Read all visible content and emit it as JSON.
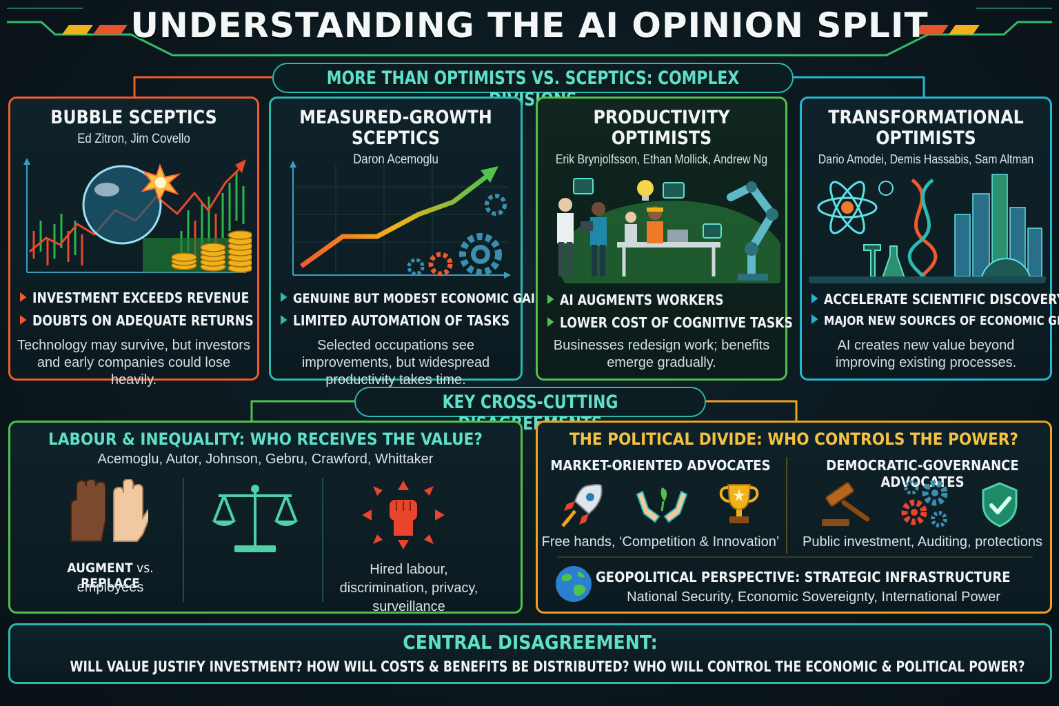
{
  "title": "UNDERSTANDING THE AI OPINION SPLIT",
  "subtitle": "MORE THAN OPTIMISTS VS. SCEPTICS: COMPLEX DIVISIONS",
  "colors": {
    "orange": "#ef5a2f",
    "teal": "#2bb9b0",
    "green": "#52c24a",
    "cyan": "#25b7d0",
    "amber": "#f0a41c"
  },
  "groups": [
    {
      "title": "BUBBLE SCEPTICS",
      "names": "Ed Zitron, Jim Covello",
      "bullets": [
        "INVESTMENT EXCEEDS REVENUE",
        "DOUBTS ON ADEQUATE RETURNS"
      ],
      "description": "Technology may survive, but investors and early companies could lose heavily.",
      "icon": "bubble-chart-icon"
    },
    {
      "title_line1": "MEASURED-GROWTH",
      "title_line2": "SCEPTICS",
      "names": "Daron Acemoglu",
      "bullets": [
        "GENUINE BUT MODEST ECONOMIC GAINS",
        "LIMITED AUTOMATION OF TASKS"
      ],
      "description": "Selected occupations see improvements, but widespread productivity takes time.",
      "icon": "growth-gears-icon"
    },
    {
      "title_line1": "PRODUCTIVITY",
      "title_line2": "OPTIMISTS",
      "names": "Erik Brynjolfsson, Ethan Mollick, Andrew Ng",
      "bullets": [
        "AI AUGMENTS WORKERS",
        "LOWER COST OF COGNITIVE TASKS"
      ],
      "description": "Businesses redesign work; benefits emerge gradually.",
      "icon": "workers-robot-icon"
    },
    {
      "title_line1": "TRANSFORMATIONAL",
      "title_line2": "OPTIMISTS",
      "names": "Dario Amodei, Demis Hassabis, Sam Altman",
      "bullets": [
        "ACCELERATE SCIENTIFIC DISCOVERY",
        "MAJOR NEW SOURCES OF ECONOMIC GROWTH"
      ],
      "description": "AI creates new value beyond improving existing processes.",
      "icon": "science-city-icon"
    }
  ],
  "cross_cutting": "KEY CROSS-CUTTING DISAGREEMENTS",
  "labour": {
    "heading": "LABOUR & INEQUALITY: WHO RECEIVES THE VALUE?",
    "names": "Acemoglu, Autor, Johnson, Gebru, Crawford, Whittaker",
    "augment_bold": "AUGMENT",
    "augment_vs": " vs. ",
    "augment_replace": "REPLACE",
    "augment_sub": "employees",
    "rights_text": "Hired labour, discrimination, privacy, surveillance"
  },
  "political": {
    "heading": "THE POLITICAL DIVIDE: WHO CONTROLS THE POWER?",
    "market_head": "MARKET-ORIENTED ADVOCATES",
    "market_text": "Free hands, ‘Competition & Innovation’",
    "democratic_head": "DEMOCRATIC-GOVERNANCE ADVOCATES",
    "democratic_text": "Public investment, Auditing, protections",
    "geo_head": "GEOPOLITICAL PERSPECTIVE: STRATEGIC INFRASTRUCTURE",
    "geo_text": "National Security, Economic Sovereignty, International Power"
  },
  "central": {
    "heading": "CENTRAL DISAGREEMENT:",
    "question": "WILL VALUE JUSTIFY INVESTMENT? HOW WILL COSTS & BENEFITS BE DISTRIBUTED? WHO WILL CONTROL THE ECONOMIC & POLITICAL POWER?"
  }
}
